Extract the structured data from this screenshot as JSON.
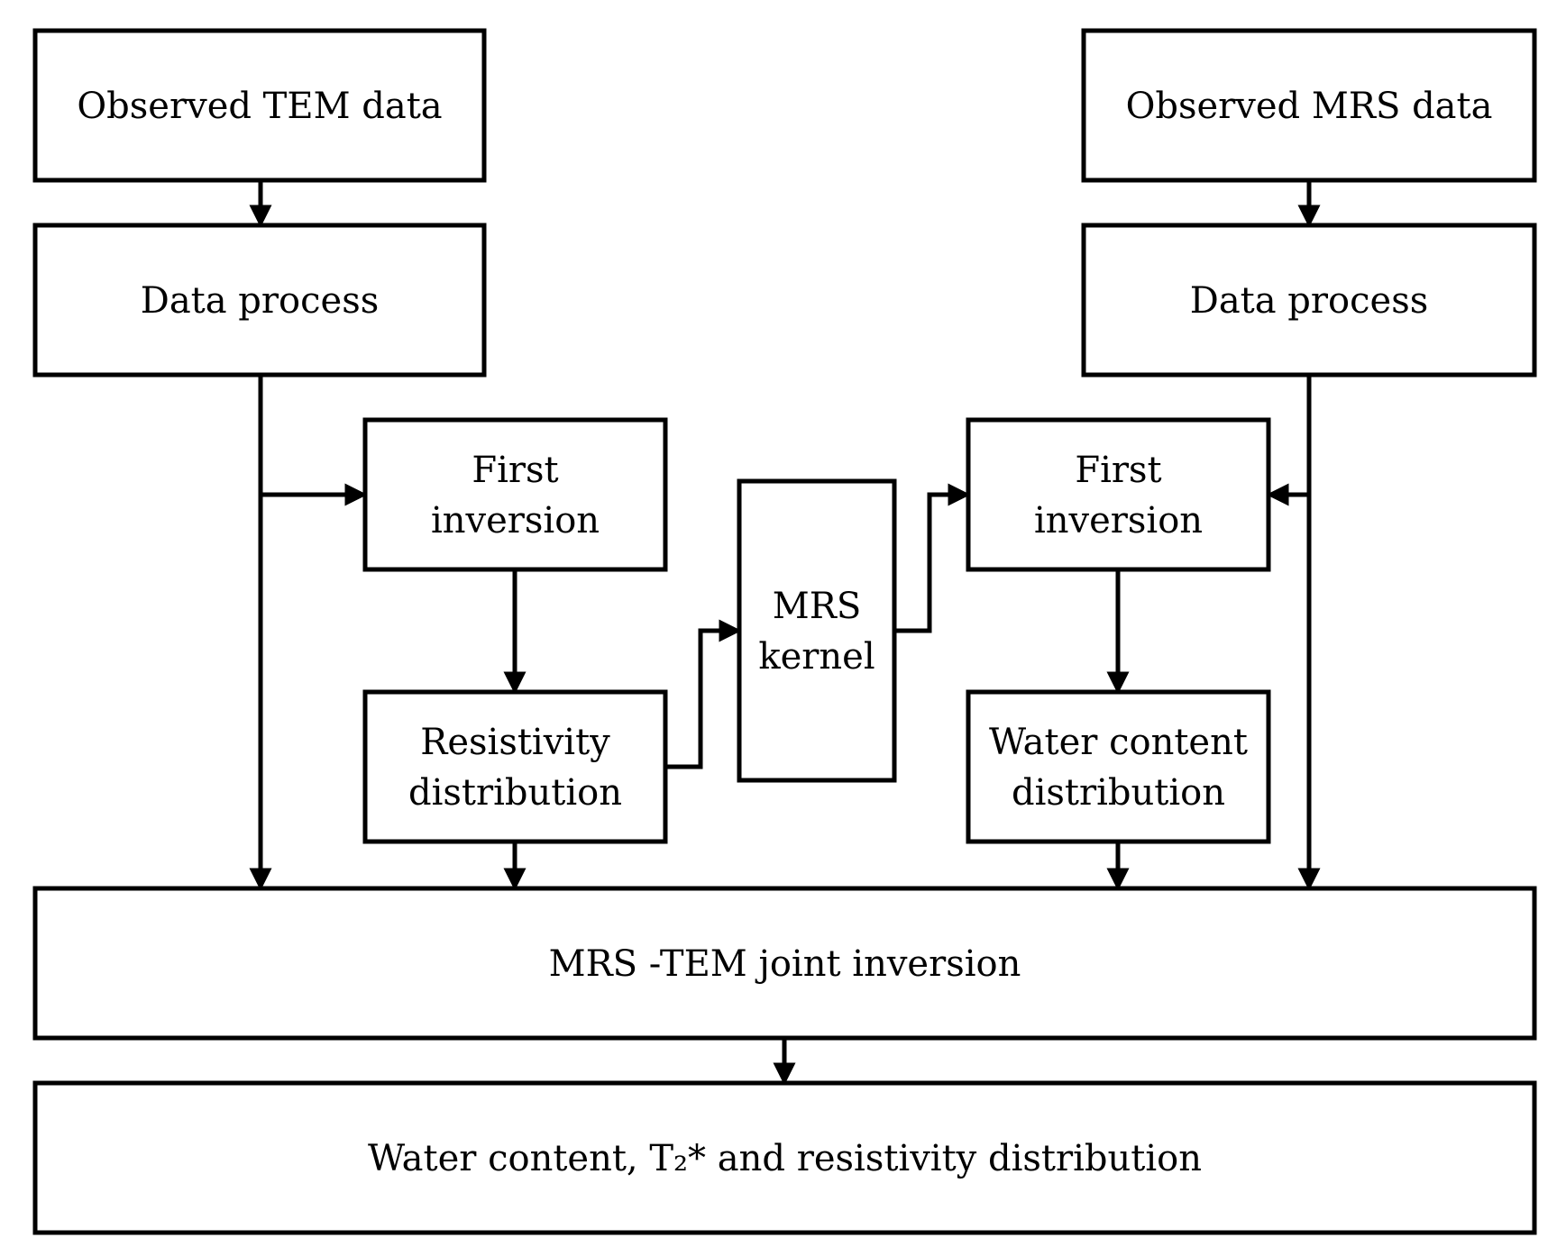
{
  "colors": {
    "background": "#ffffff",
    "stroke": "#000000"
  },
  "nodes": {
    "observed_tem": {
      "lines": [
        "Observed TEM data"
      ]
    },
    "data_process_tem": {
      "lines": [
        "Data process"
      ]
    },
    "first_inversion_tem": {
      "lines": [
        "First",
        "inversion"
      ]
    },
    "resistivity_distribution": {
      "lines": [
        "Resistivity",
        "distribution"
      ]
    },
    "mrs_kernel": {
      "lines": [
        "MRS",
        "kernel"
      ]
    },
    "observed_mrs": {
      "lines": [
        "Observed  MRS  data"
      ]
    },
    "data_process_mrs": {
      "lines": [
        "Data process"
      ]
    },
    "first_inversion_mrs": {
      "lines": [
        "First",
        "inversion"
      ]
    },
    "water_content_distribution": {
      "lines": [
        "Water content",
        "distribution"
      ]
    },
    "joint_inversion": {
      "lines": [
        "MRS -TEM joint inversion"
      ]
    },
    "final_output": {
      "lines": [
        "Water content, T₂* and resistivity distribution"
      ]
    }
  },
  "edges": [
    {
      "from": "observed_tem",
      "to": "data_process_tem"
    },
    {
      "from": "data_process_tem",
      "to": "first_inversion_tem"
    },
    {
      "from": "data_process_tem",
      "to": "joint_inversion"
    },
    {
      "from": "first_inversion_tem",
      "to": "resistivity_distribution"
    },
    {
      "from": "resistivity_distribution",
      "to": "mrs_kernel"
    },
    {
      "from": "resistivity_distribution",
      "to": "joint_inversion"
    },
    {
      "from": "mrs_kernel",
      "to": "first_inversion_mrs"
    },
    {
      "from": "observed_mrs",
      "to": "data_process_mrs"
    },
    {
      "from": "data_process_mrs",
      "to": "first_inversion_mrs"
    },
    {
      "from": "data_process_mrs",
      "to": "joint_inversion"
    },
    {
      "from": "first_inversion_mrs",
      "to": "water_content_distribution"
    },
    {
      "from": "water_content_distribution",
      "to": "joint_inversion"
    },
    {
      "from": "joint_inversion",
      "to": "final_output"
    }
  ]
}
